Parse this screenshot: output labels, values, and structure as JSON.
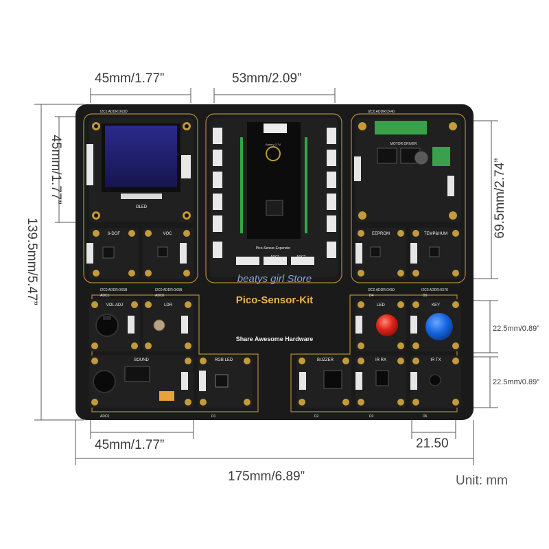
{
  "dimensions": {
    "top_left_width": "45mm/1.77”",
    "top_center_width": "53mm/2.09”",
    "left_module_height": "45mm/1.77”",
    "total_height": "139.5mm/5.47”",
    "right_height": "69.5mm/2.74”",
    "small_module_height_1": "22.5mm/0.89”",
    "small_module_height_2": "22.5mm/0.89”",
    "bottom_left_width": "45mm/1.77”",
    "bottom_right_offset": "21.50",
    "total_width": "175mm/6.89”",
    "unit": "Unit: mm"
  },
  "board": {
    "title": "Pico-Sensor-Kit",
    "subtitle": "Share Awesome Hardware",
    "watermark": "beatys girl Store",
    "expander_label": "Pico-Sensor-Expender",
    "battery_label": "Battery 3.7V",
    "motor_label": "MOTOR DRIVER",
    "addr_labels": {
      "i2c1_3d": "I2C1 ADDR:0X3D",
      "i2c0_40": "I2C0 ADDR:0X40",
      "i2c0_5b": "I2C0 ADDR:0X5B",
      "i2c0_5b_b": "I2C0 ADDR:0X5B",
      "i2c0_50": "I2C0 ADDR:0X50",
      "i2c0_70": "I2C0 ADDR:0X70"
    },
    "port_labels": {
      "adc1": "ADC1",
      "adc0": "ADC0",
      "adc1_b": "ADC1",
      "adc2_b": "ADC2",
      "adc0_bot": "ADC0",
      "d1": "D1",
      "d2": "D2",
      "d3": "D3",
      "d4": "D4",
      "d5": "D5",
      "d6": "D6"
    },
    "modules": {
      "oled": "OLED",
      "six_dof": "6-DOF",
      "voc": "VOC",
      "eeprom": "EEPROM",
      "temp_hum": "TEMP&HUM",
      "vol_adj": "VOL ADJ",
      "ldr": "LDR",
      "led": "LED",
      "key": "KEY",
      "sound": "SOUND",
      "rgb_led": "RGB LED",
      "buzzer": "BUZZER",
      "ir_rx": "IR RX",
      "ir_tx": "IR TX"
    }
  }
}
